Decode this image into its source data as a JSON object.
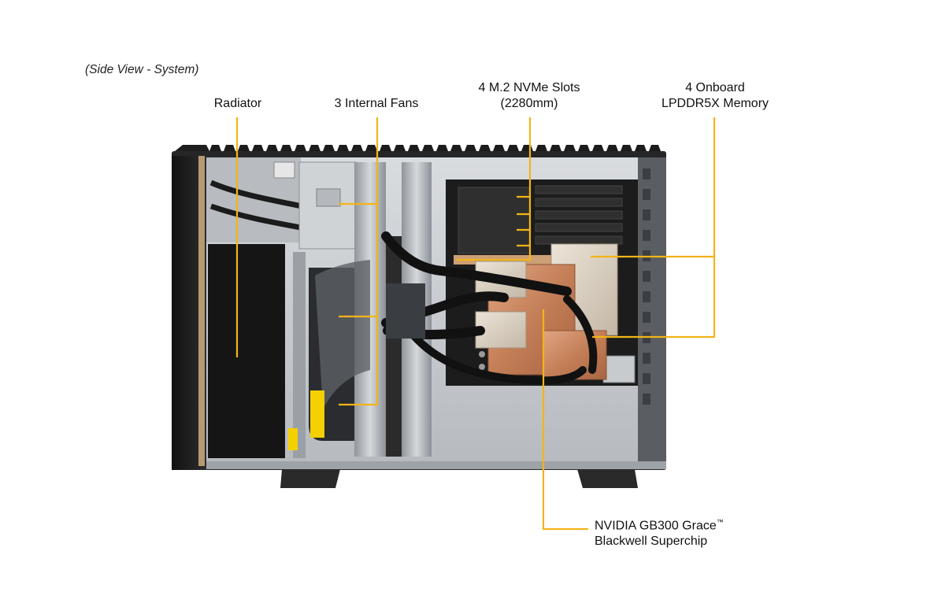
{
  "caption": "(Side View - System)",
  "labels": {
    "radiator": "Radiator",
    "fans": "3 Internal Fans",
    "nvme_line1": "4 M.2 NVMe Slots",
    "nvme_line2": "(2280mm)",
    "memory_line1": "4 Onboard",
    "memory_line2": "LPDDR5X Memory",
    "chip_line1": "NVIDIA GB300 Grace",
    "chip_tm": "™",
    "chip_line2": "Blackwell Superchip"
  },
  "colors": {
    "callout": "#f2b418",
    "chassis": "#2b2b2b",
    "tray": "#c9ccd0",
    "board": "#1c1c1c",
    "copper": "#c98a64",
    "heatsink": "#d8cdbd"
  }
}
